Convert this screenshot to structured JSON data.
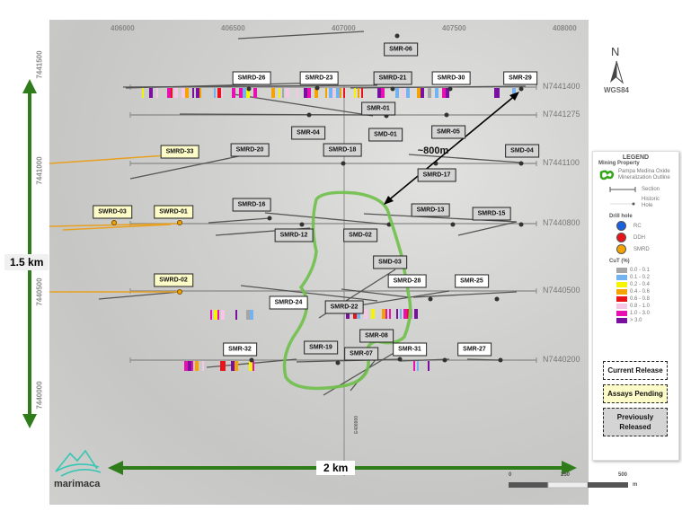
{
  "axes": {
    "x_ticks": [
      "406000",
      "406500",
      "407000",
      "407500",
      "408000"
    ],
    "y_ticks": [
      "7441500",
      "7441000",
      "7440500",
      "7440000"
    ],
    "crosshair": "E406900"
  },
  "sections": [
    "N7441400",
    "N7441275",
    "N7441100",
    "N7440800",
    "N7440500",
    "N7440200"
  ],
  "labels": [
    {
      "text": "SMR-06",
      "status": "previous"
    },
    {
      "text": "SMRD-26",
      "status": "current"
    },
    {
      "text": "SMRD-23",
      "status": "current"
    },
    {
      "text": "SMRD-21",
      "status": "previous"
    },
    {
      "text": "SMRD-30",
      "status": "current"
    },
    {
      "text": "SMR-29",
      "status": "current"
    },
    {
      "text": "SMR-01",
      "status": "previous"
    },
    {
      "text": "SMR-04",
      "status": "previous"
    },
    {
      "text": "SMD-01",
      "status": "previous"
    },
    {
      "text": "SMR-05",
      "status": "previous"
    },
    {
      "text": "SMRD-33",
      "status": "pending"
    },
    {
      "text": "SMRD-20",
      "status": "previous"
    },
    {
      "text": "SMRD-18",
      "status": "previous"
    },
    {
      "text": "SMD-04",
      "status": "previous"
    },
    {
      "text": "SMRD-17",
      "status": "previous"
    },
    {
      "text": "SWRD-03",
      "status": "pending"
    },
    {
      "text": "SWRD-01",
      "status": "pending"
    },
    {
      "text": "SMRD-16",
      "status": "previous"
    },
    {
      "text": "SMRD-13",
      "status": "previous"
    },
    {
      "text": "SMRD-15",
      "status": "previous"
    },
    {
      "text": "SMRD-12",
      "status": "previous"
    },
    {
      "text": "SMD-02",
      "status": "previous"
    },
    {
      "text": "SMD-03",
      "status": "previous"
    },
    {
      "text": "SWRD-02",
      "status": "pending"
    },
    {
      "text": "SMRD-28",
      "status": "current"
    },
    {
      "text": "SMR-25",
      "status": "current"
    },
    {
      "text": "SMRD-24",
      "status": "current"
    },
    {
      "text": "SMRD-22",
      "status": "previous"
    },
    {
      "text": "SMR-08",
      "status": "previous"
    },
    {
      "text": "SMR-19",
      "status": "previous"
    },
    {
      "text": "SMR-07",
      "status": "previous"
    },
    {
      "text": "SMR-31",
      "status": "current"
    },
    {
      "text": "SMR-32",
      "status": "current"
    },
    {
      "text": "SMR-27",
      "status": "current"
    }
  ],
  "distance_label": "~800m",
  "scale": {
    "vertical": "1.5 km",
    "horizontal": "2 km",
    "bar_ticks": [
      "0",
      "250",
      "500"
    ],
    "bar_unit": "m"
  },
  "north": {
    "letter": "N",
    "datum": "WGS84"
  },
  "brand": "marimaca",
  "legend": {
    "title": "LEGEND",
    "property_heading": "Mining Property",
    "outline_label": "Pampa Medina Oxide Mineralization Outline",
    "section_label": "Section",
    "historic_label": "Historic Hole",
    "drill_heading": "Drill hole",
    "drill_types": [
      {
        "label": "RC",
        "color": "#1a5fe0"
      },
      {
        "label": "DDH",
        "color": "#e8141a"
      },
      {
        "label": "SMRD",
        "color": "#f5a300"
      }
    ],
    "cut_heading": "CuT (%)",
    "cut_classes": [
      {
        "label": "0.0 - 0.1",
        "color": "#a6a6a6"
      },
      {
        "label": "0.1 - 0.2",
        "color": "#74b2f0"
      },
      {
        "label": "0.2 - 0.4",
        "color": "#f5f500"
      },
      {
        "label": "0.4 - 0.6",
        "color": "#f5a300"
      },
      {
        "label": "0.6 - 0.8",
        "color": "#e8141a"
      },
      {
        "label": "0.8 - 1.0",
        "color": "#f6c6e6"
      },
      {
        "label": "1.0 - 3.0",
        "color": "#e810b0"
      },
      {
        "label": "> 3.0",
        "color": "#7a10a0"
      }
    ],
    "status": [
      {
        "label": "Current Release",
        "color": "#ffffff"
      },
      {
        "label": "Assays Pending",
        "color": "#fdfbc8"
      },
      {
        "label": "Previously Released",
        "color": "#d4d4d4"
      }
    ]
  }
}
